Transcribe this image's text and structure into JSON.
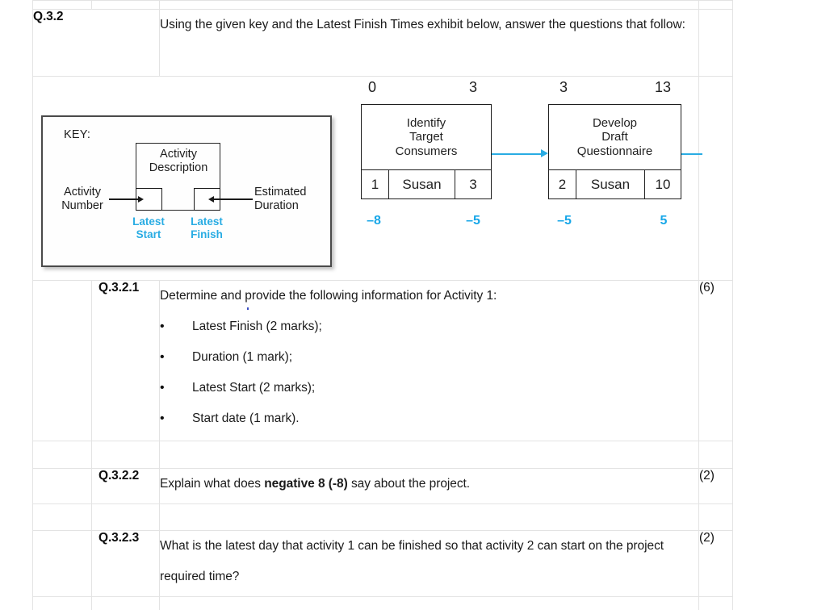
{
  "table": {
    "rows": [
      {
        "id": "q32",
        "label": "Q.3.2",
        "text": "Using the given key and the Latest Finish Times exhibit below, answer the questions that follow:",
        "marks": ""
      },
      {
        "id": "q321",
        "label": "Q.3.2.1",
        "text": "Determine and provide the following information for Activity 1:",
        "bullets": [
          "Latest Finish (2 marks);",
          "Duration (1 mark);",
          "Latest Start (2 marks);",
          "Start date (1 mark)."
        ],
        "marks": "(6)"
      },
      {
        "id": "q322",
        "label": "Q.3.2.2",
        "text_before": "Explain what does ",
        "text_bold": "negative 8 (-8)",
        "text_after": " say about the project.",
        "marks": "(2)"
      },
      {
        "id": "q323",
        "label": "Q.3.2.3",
        "text": "What is the latest day that activity 1 can be finished so that activity 2 can start on the project required time?",
        "marks": "(2)"
      }
    ]
  },
  "key_legend": {
    "title": "KEY:",
    "activity_description": "Activity\nDescription",
    "activity_number": "Activity\nNumber",
    "estimated_duration": "Estimated\nDuration",
    "latest_start": "Latest\nStart",
    "latest_finish": "Latest\nFinish",
    "accent_color": "#29ace3",
    "border_color": "#4a4a4a"
  },
  "network_diagram": {
    "accent_color": "#29ace3",
    "nodes": [
      {
        "id": "activity-1",
        "description": "Identify\nTarget\nConsumers",
        "activity_number": "1",
        "owner": "Susan",
        "duration": "3",
        "early_start": "0",
        "early_finish": "3",
        "latest_start": "–8",
        "latest_finish": "–5"
      },
      {
        "id": "activity-2",
        "description": "Develop\nDraft\nQuestionnaire",
        "activity_number": "2",
        "owner": "Susan",
        "duration": "10",
        "early_start": "3",
        "early_finish": "13",
        "latest_start": "–5",
        "latest_finish": "5"
      }
    ]
  }
}
